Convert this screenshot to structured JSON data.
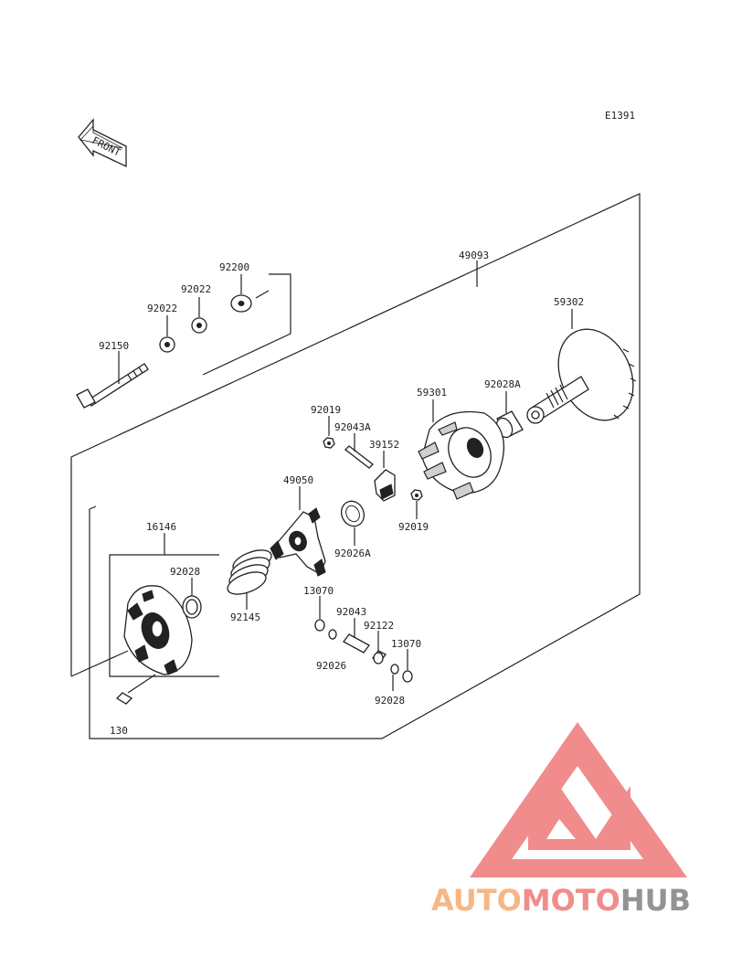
{
  "diagram_code": "E1391",
  "front_marker": "FRONT",
  "labels": {
    "p49093": "49093",
    "p59302": "59302",
    "p92200": "92200",
    "p92022a": "92022",
    "p92022b": "92022",
    "p92150": "92150",
    "p59301": "59301",
    "p92028A": "92028A",
    "p92019a": "92019",
    "p92043A": "92043A",
    "p39152": "39152",
    "p92019b": "92019",
    "p49050": "49050",
    "p92026A": "92026A",
    "p16146": "16146",
    "p92028": "92028",
    "p92145": "92145",
    "p13070a": "13070",
    "p92043": "92043",
    "p92122": "92122",
    "p13070b": "13070",
    "p92026": "92026",
    "p92028b": "92028",
    "p130": "130"
  },
  "watermark": {
    "part1": "AUTO",
    "part2": "MOTO",
    "part3": "HUB",
    "color_light": "#f6b07a",
    "color_red": "#f08080",
    "color_gray": "#888888"
  }
}
